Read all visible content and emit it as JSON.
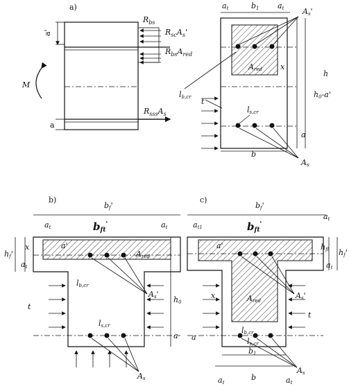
{
  "panel_a": {
    "tag": "a)",
    "moment": "M",
    "rb_top": "R",
    "rb_top_sub": "bs",
    "rsc_as": "R",
    "rsc_as_sub": "sc",
    "rsc_as_tail": "A",
    "rsc_as_tail_sub": "s",
    "rsc_as_prime": "'",
    "rb_ared": "R",
    "rb_ared_sub": "bs",
    "rb_ared_tail": "A",
    "rb_ared_tail_sub": "red",
    "rs_as": "R",
    "rs_as_sub": "sss",
    "rs_as_tail": "A",
    "rs_as_tail_sub": "s",
    "a_prime": "a'",
    "a_bot": "a",
    "at_left": "a",
    "at_left_sub": "t",
    "b1": "b",
    "b1_sub": "1",
    "at_right": "a",
    "at_right_sub": "t",
    "as_prime_label": "A",
    "as_prime_sub": "s",
    "as_prime_mark": "'",
    "ared": "A",
    "ared_sub": "red",
    "x": "x",
    "h0_a": "h",
    "h0_a_sub": "0",
    "h0_a_tail": "-a'",
    "h": "h",
    "a_right": "a",
    "t": "t",
    "lbcr": "l",
    "lbcr_sub": "b,cr",
    "lscr": "l",
    "lscr_sub": "s,cr",
    "b": "b",
    "as_label": "A",
    "as_sub": "s"
  },
  "panel_b": {
    "tag": "b)",
    "bf_prime": "b",
    "bf_prime_sub": "f",
    "bf_prime_mark": "'",
    "at_left": "a",
    "at_left_sub": "t",
    "bft": "b",
    "bft_sub": "ft",
    "bft_mark": "'",
    "at_right": "a",
    "at_right_sub": "t",
    "hf": "h",
    "hf_sub": "f",
    "hf_mark": "'",
    "x": "x",
    "a_left": "a",
    "a_left_sub": "t",
    "a_prime": "a'",
    "ared": "A",
    "ared_sub": "red",
    "lbcr": "l",
    "lbcr_sub": "b,cr",
    "as_prime": "A",
    "as_prime_sub": "s",
    "as_prime_mark": "'",
    "t": "t",
    "h0": "h",
    "h0_sub": "0",
    "lscr": "l",
    "lscr_sub": "s,cr",
    "a_bot": "a",
    "as_label": "A",
    "as_sub": "s"
  },
  "panel_c": {
    "tag": "c)",
    "bf_prime": "b",
    "bf_prime_sub": "f",
    "bf_prime_mark": "'",
    "at_left": "a",
    "at_left_sub": "t1",
    "bft": "b",
    "bft_sub": "ft",
    "bft_mark": "'",
    "at_right": "a",
    "at_right_sub": "t",
    "a_prime": "a'",
    "ared": "A",
    "ared_sub": "red",
    "hfl": "h",
    "hfl_sub": "fl",
    "hf": "h",
    "hf_sub": "f",
    "hf_mark": "'",
    "a_right": "a",
    "a_right_sub": "t",
    "x": "x",
    "as_prime": "A",
    "as_prime_sub": "s",
    "as_prime_mark": "'",
    "lbcr": "l",
    "lbcr_sub": "b,cr",
    "t": "t",
    "lscr": "l",
    "lscr_sub": "s,cr",
    "a_bot": "a",
    "b1": "b",
    "b1_sub": "1",
    "as_label": "A",
    "as_sub": "s",
    "at_bl": "a",
    "at_bl_sub": "t",
    "b": "b",
    "at_br": "a",
    "at_br_sub": "t"
  }
}
